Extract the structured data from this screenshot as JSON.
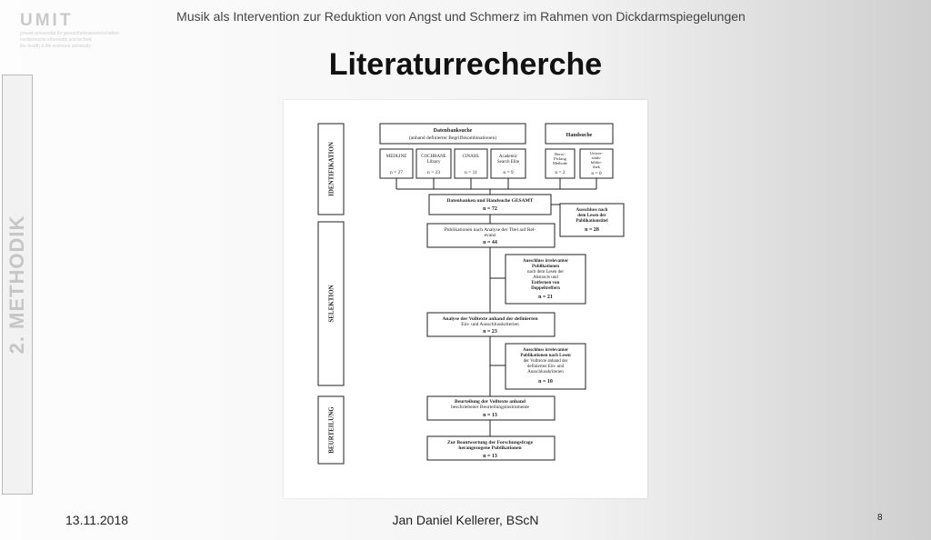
{
  "logo": {
    "title": "UMIT",
    "lines": [
      "private universität für gesundheitswissenschaften",
      "medizinische informatik und technik",
      "the health & life sciences university"
    ]
  },
  "header": "Musik als Intervention zur Reduktion von Angst und Schmerz im Rahmen von Dickdarmspiegelungen",
  "title": "Literaturrecherche",
  "side_label": "2. METHODIK",
  "flowchart": {
    "phases": [
      "IDENTIFIKATION",
      "SELEKTION",
      "BEURTEILUNG"
    ],
    "db_search": {
      "line1": "Datenbanksuche",
      "line2": "(anhand definierter Begriffskombinationen)"
    },
    "hand_search": "Handsuche",
    "sources": [
      {
        "name": [
          "MEDLINE"
        ],
        "n": "n = 27"
      },
      {
        "name": [
          "COCHRANE",
          "Library"
        ],
        "n": "n = 23"
      },
      {
        "name": [
          "CINAHL"
        ],
        "n": "n = 11"
      },
      {
        "name": [
          "Academic",
          "Search Elite"
        ],
        "n": "n = 9"
      },
      {
        "name": [
          "Berry-",
          "Picking",
          "Methode"
        ],
        "n": "n = 2"
      },
      {
        "name": [
          "Univer-",
          "sitäts-",
          "biblio-",
          "thek"
        ],
        "n": "n = 0"
      }
    ],
    "total": {
      "label": "Datenbanken und Handsuche GESAMT",
      "n": "n = 72"
    },
    "excl_title": {
      "lines": [
        "Ausschluss nach",
        "dem Lesen der",
        "Publikationstitel"
      ],
      "n": "n = 28"
    },
    "title_analysis": {
      "lines": [
        "Publikationen nach Analyse der Titel auf Rel-",
        "evanz"
      ],
      "n": "n = 44"
    },
    "excl_abstract": {
      "lines": [
        "Ausschluss irrelevanter",
        "Publikationen",
        "nach dem Lesen der",
        "Abstracts und",
        "Entfernen von",
        "Doppeltreffern"
      ],
      "n": "n = 21"
    },
    "fulltext": {
      "lines": [
        "Analyse der Volltexte anhand der definierten",
        "Ein- und Ausschlusskriterien"
      ],
      "n": "n = 23"
    },
    "excl_fulltext": {
      "lines": [
        "Ausschluss irrelevanter",
        "Publikationen nach Lesen",
        "der Volltexte anhand der",
        "definierten Ein- und",
        "Ausschlusskriterien"
      ],
      "n": "n = 10"
    },
    "assessment": {
      "lines": [
        "Beurteilung der Volltexte anhand",
        "beschriebener Beurteilungsinstrumente"
      ],
      "n": "n = 13"
    },
    "final": {
      "lines": [
        "Zur Beantwortung der Forschungsfrage",
        "herangezogene Publikationen"
      ],
      "n": "n = 13"
    }
  },
  "footer": {
    "date": "13.11.2018",
    "author": "Jan Daniel Kellerer, BScN",
    "page": "8"
  }
}
